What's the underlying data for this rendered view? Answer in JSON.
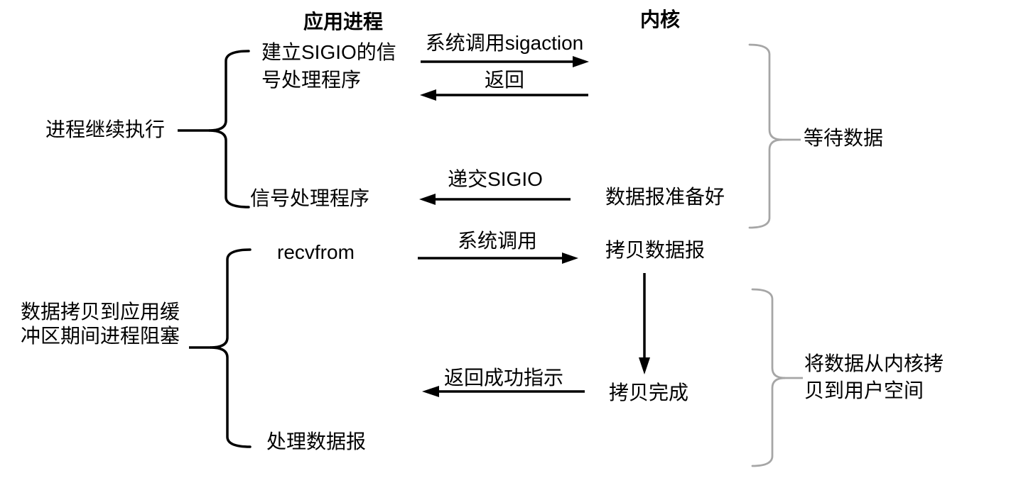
{
  "diagram": {
    "title_implicit": "signal-driven-io-flow",
    "colors": {
      "ink": "#000000",
      "brace_gray": "#a6a6a6",
      "background": "#ffffff"
    },
    "columns": {
      "app": "应用进程",
      "kernel": "内核"
    },
    "app_steps": {
      "setup_handler_line1": "建立SIGIO的信",
      "setup_handler_line2": "号处理程序",
      "signal_handler": "信号处理程序",
      "recvfrom": "recvfrom",
      "process_datagram": "处理数据报"
    },
    "kernel_steps": {
      "datagram_ready": "数据报准备好",
      "copy_datagram": "拷贝数据报",
      "copy_complete": "拷贝完成"
    },
    "arrows": {
      "sigaction_call": "系统调用sigaction",
      "sigaction_return": "返回",
      "deliver_sigio": "递交SIGIO",
      "recvfrom_call": "系统调用",
      "return_success": "返回成功指示"
    },
    "side_labels": {
      "process_continues": "进程继续执行",
      "blocked_line1": "数据拷贝到应用缓",
      "blocked_line2": "冲区期间进程阻塞",
      "wait_data": "等待数据",
      "kernel_copy_line1": "将数据从内核拷",
      "kernel_copy_line2": "贝到用户空间"
    }
  }
}
